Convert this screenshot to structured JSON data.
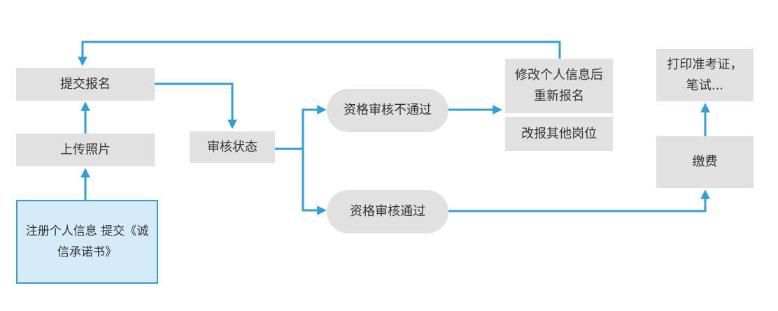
{
  "diagram": {
    "colors": {
      "arrow": "#2f9fd8",
      "box": "#e1e1e1",
      "start_fill": "#d5ebf9",
      "start_border": "#2f9fd8",
      "text": "#333333"
    },
    "nodes": {
      "register": {
        "line1": "注册个人信息 提交《诚",
        "line2": "信承诺书》"
      },
      "upload_photo": "上传照片",
      "submit": "提交报名",
      "status": "审核状态",
      "fail": "资格审核不通过",
      "pass": "资格审核通过",
      "modify": {
        "line1": "修改个人信息后",
        "line2": "重新报名"
      },
      "change_post": "改报其他岗位",
      "pay": "缴费",
      "print": {
        "line1": "打印准考证，",
        "line2": "笔试..."
      }
    }
  }
}
